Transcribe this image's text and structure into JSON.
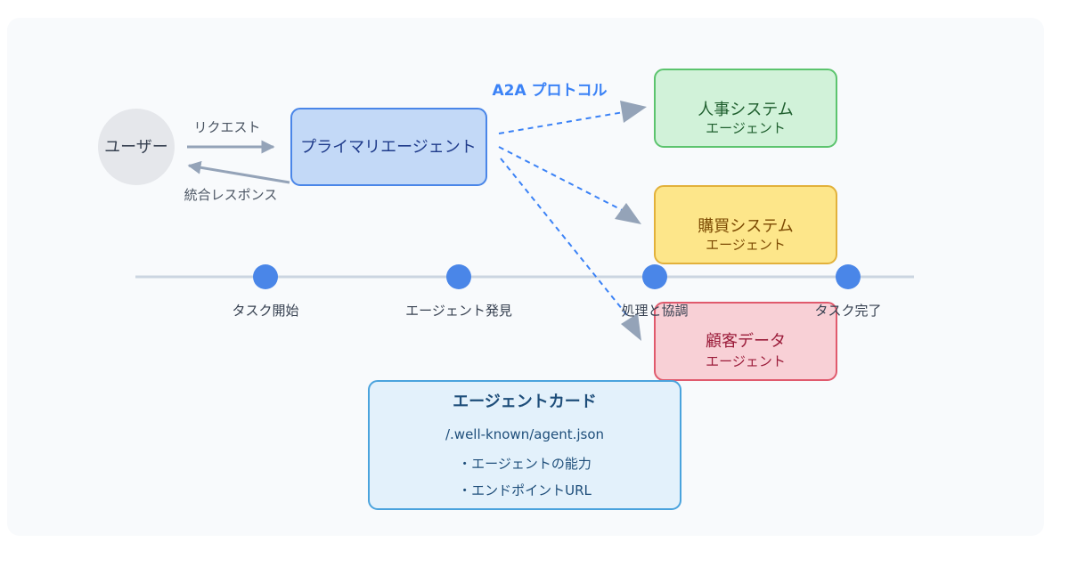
{
  "user": {
    "label": "ユーザー"
  },
  "arrows": {
    "request_label": "リクエスト",
    "response_label": "統合レスポンス"
  },
  "primary_agent": {
    "label": "プライマリエージェント"
  },
  "protocol": {
    "label": "A2A プロトコル"
  },
  "agents": [
    {
      "title": "人事システム",
      "subtitle": "エージェント",
      "color": "#d1f2d9"
    },
    {
      "title": "購買システム",
      "subtitle": "エージェント",
      "color": "#fde68a"
    },
    {
      "title": "顧客データ",
      "subtitle": "エージェント",
      "color": "#f8d0d6"
    }
  ],
  "timeline": {
    "steps": [
      "タスク開始",
      "エージェント発見",
      "処理と協調",
      "タスク完了"
    ]
  },
  "agent_card": {
    "title": "エージェントカード",
    "path": "/.well-known/agent.json",
    "items": [
      "・エージェントの能力",
      "・エンドポイントURL"
    ]
  },
  "colors": {
    "accent": "#3b82f6",
    "arrow_gray": "#94a3b8"
  }
}
